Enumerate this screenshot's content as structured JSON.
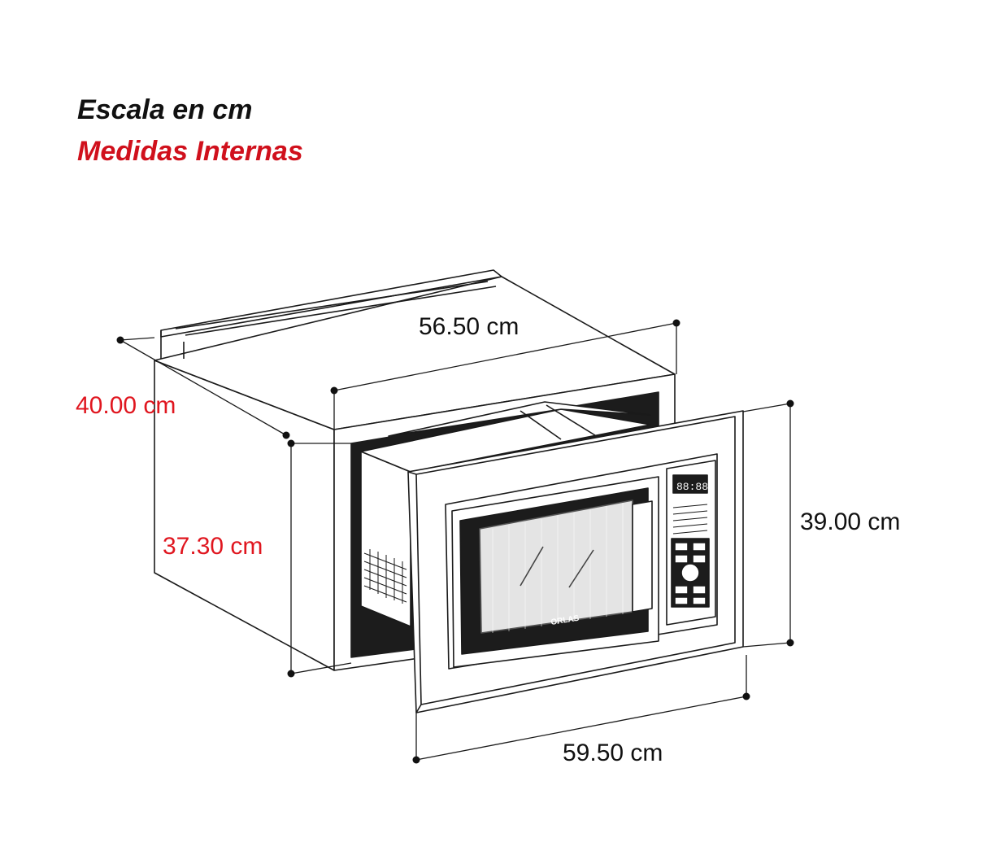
{
  "header": {
    "scale_title": "Escala en cm",
    "internal_title": "Medidas Internas"
  },
  "dimensions": {
    "top_width": "56.50 cm",
    "cabinet_depth": "40.00 cm",
    "cavity_height": "37.30 cm",
    "frame_height": "39.00 cm",
    "frame_width": "59.50 cm"
  },
  "appliance": {
    "brand_label": "ORLAS",
    "display_text": "88:88"
  },
  "colors": {
    "line": "#1a1a1a",
    "internal_measure": "#e0161f",
    "external_measure": "#111111"
  }
}
